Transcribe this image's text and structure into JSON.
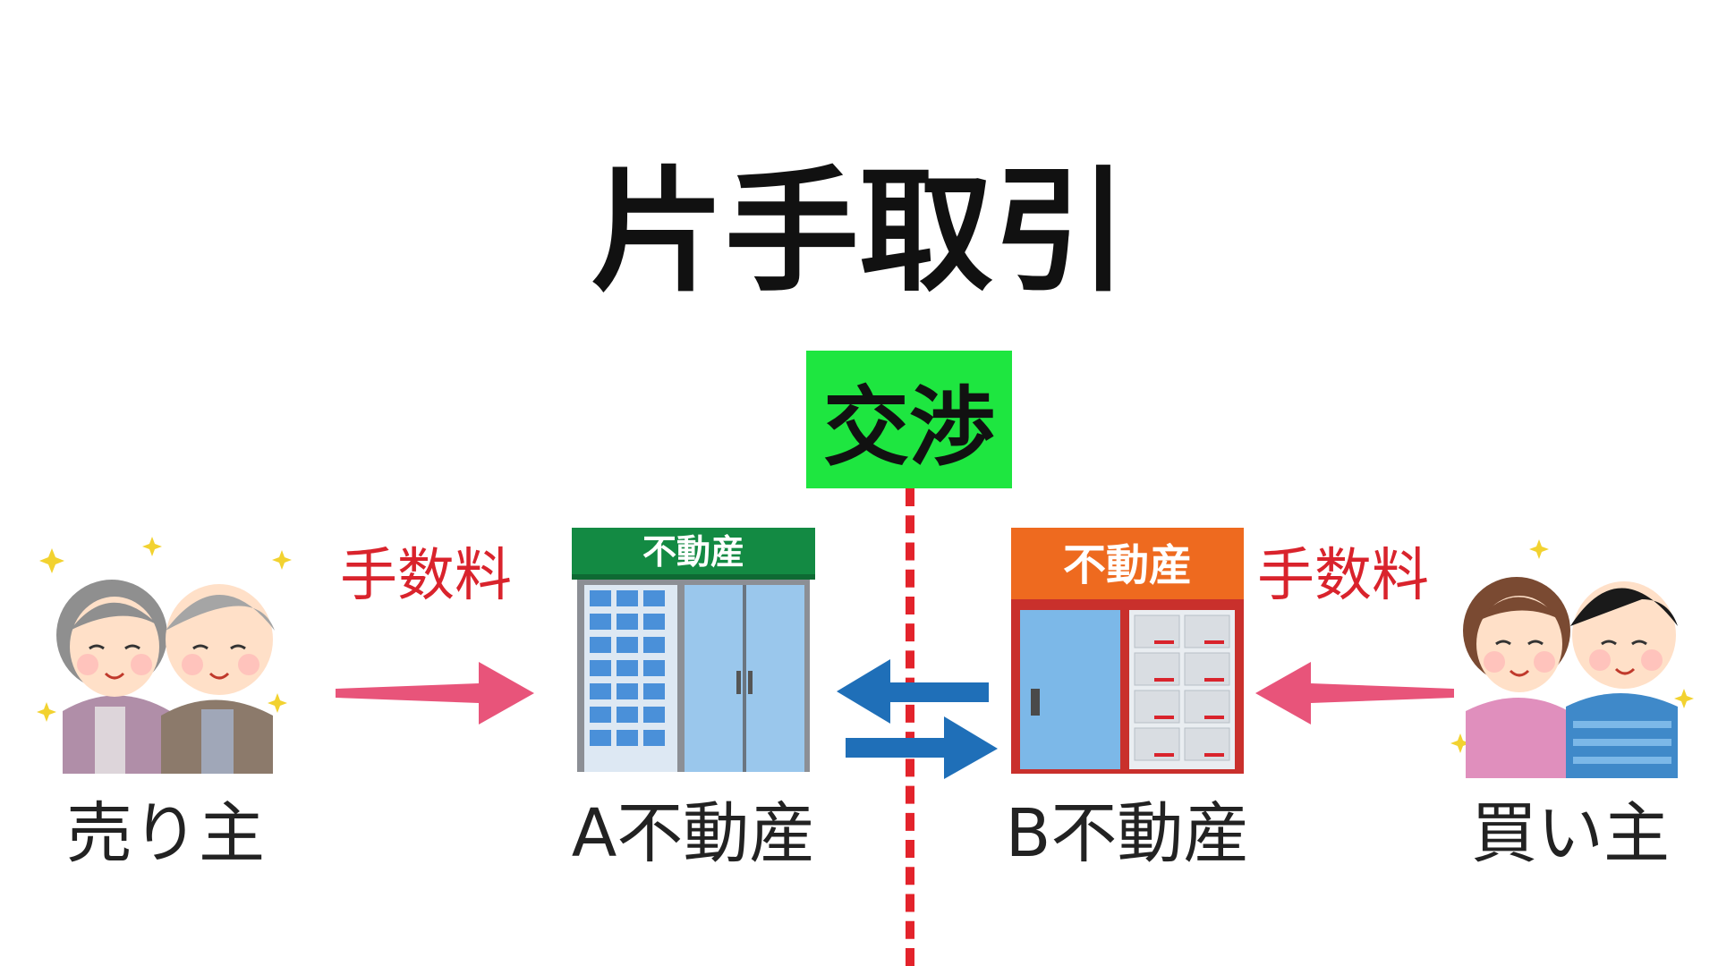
{
  "title": "片手取引",
  "negotiation_label": "交渉",
  "left": {
    "person_label": "売り主",
    "fee_label": "手数料",
    "office_label": "A不動産",
    "office_sign": "不動産"
  },
  "right": {
    "person_label": "買い主",
    "fee_label": "手数料",
    "office_label": "B不動産",
    "office_sign": "不動産"
  },
  "colors": {
    "negotiation_box": "#1ee640",
    "divider": "#e3232b",
    "fee_text": "#d9232c",
    "fee_arrow": "#e8547a",
    "exchange_arrow": "#1f6fb8",
    "office_a_sign": "#138a43",
    "office_b_sign": "#ee6a1f"
  },
  "icons": [
    "elderly-couple-icon",
    "young-couple-icon",
    "office-building-icon",
    "shop-front-icon",
    "exchange-arrows-icon"
  ]
}
